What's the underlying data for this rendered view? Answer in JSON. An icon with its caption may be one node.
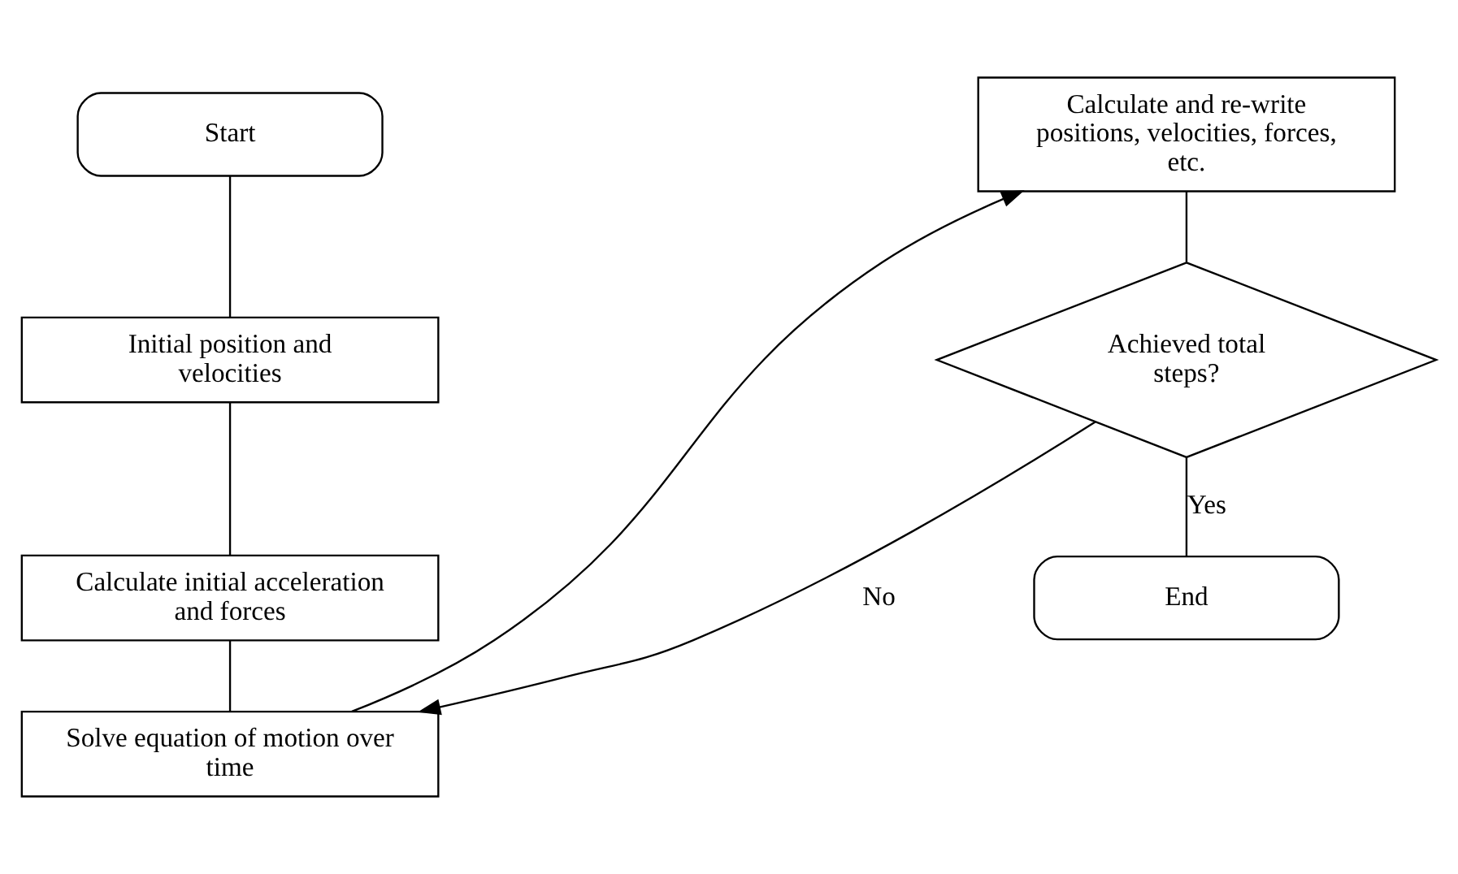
{
  "diagram": {
    "nodes": [
      {
        "text": [
          "Start"
        ]
      },
      {
        "text": [
          "Initial position and velocities"
        ]
      },
      {
        "text": [
          "Calculate initial acceleration and forces"
        ]
      },
      {
        "text": [
          "Solve equation of motion over time"
        ]
      },
      {
        "text": [
          "Calculate and re-write positions, velocities, forces, etc."
        ]
      },
      {
        "text": [
          "Achieved total steps?"
        ]
      },
      {
        "text": [
          "End"
        ]
      }
    ],
    "edges": [
      {
        "from": 0,
        "to": 1,
        "arrow": "none"
      },
      {
        "from": 1,
        "to": 2,
        "arrow": "none"
      },
      {
        "from": 2,
        "to": 3,
        "arrow": "none"
      },
      {
        "from": 3,
        "to": 4,
        "arrow": "to"
      },
      {
        "from": 4,
        "to": 5,
        "arrow": "none"
      },
      {
        "from": 5,
        "to": 3,
        "label": "No",
        "arrow": "to"
      },
      {
        "from": 5,
        "to": 6,
        "label": "Yes",
        "arrow": "none"
      }
    ]
  }
}
